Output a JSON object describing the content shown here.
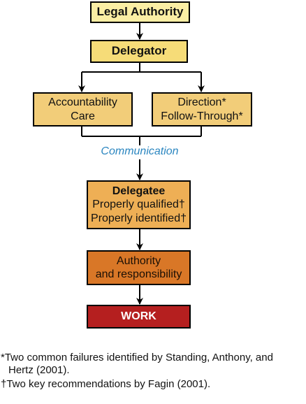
{
  "nodes": {
    "legal_authority": "Legal Authority",
    "delegator": "Delegator",
    "accountability": {
      "line1": "Accountability",
      "line2": "Care"
    },
    "direction": {
      "line1": "Direction*",
      "line2": "Follow-Through*"
    },
    "communication": "Communication",
    "delegatee": {
      "title": "Delegatee",
      "line1": "Properly qualified†",
      "line2": "Properly identified†"
    },
    "authority": {
      "line1": "Authority",
      "line2": "and responsibility"
    },
    "work": "WORK"
  },
  "footnotes": {
    "asterisk": {
      "line1": "*Two common failures identified by Standing, Anthony, and",
      "line2": "Hertz (2001)."
    },
    "dagger": "†Two key recommendations by Fagin (2001)."
  },
  "colors": {
    "legal_authority": "#fbeea4",
    "delegator": "#f6dc78",
    "middle_boxes": "#f2cd79",
    "delegatee": "#eeaf55",
    "authority": "#d97727",
    "work": "#b51f1f",
    "communication_text": "#2b86c0"
  }
}
